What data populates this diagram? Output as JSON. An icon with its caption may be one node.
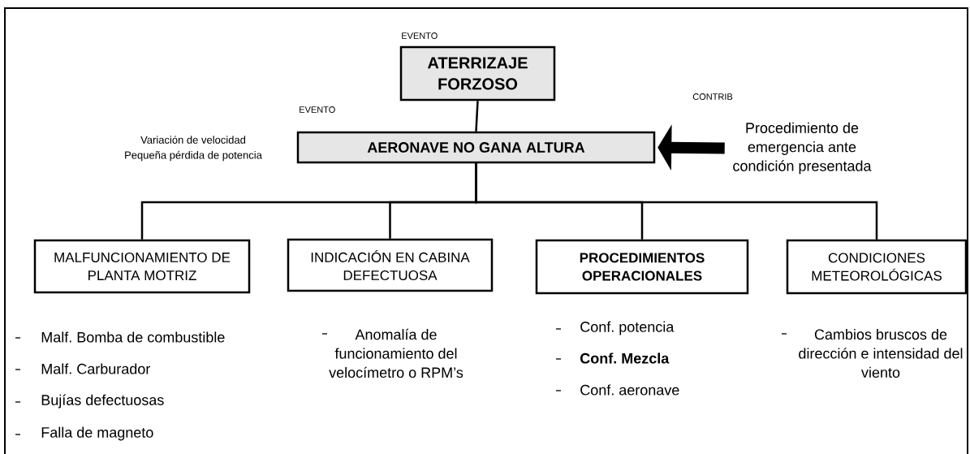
{
  "diagram": {
    "nodes": [
      {
        "text": [
          "ATERRIZAJE FORZOSO"
        ],
        "beside": [
          "EVENTO"
        ]
      },
      {
        "text": [
          "AERONAVE NO GANA ALTURA"
        ],
        "beside": [
          "EVENTO",
          "Variación de velocidad",
          "Pequeña pérdida de potencia"
        ]
      },
      {
        "text": [
          "Procedimiento de emergencia ante condición presentada"
        ],
        "beside": [
          "CONTRIB"
        ]
      },
      {
        "text": [
          "MALFUNCIONAMIENTO DE PLANTA MOTRIZ"
        ]
      },
      {
        "text": [
          "INDICACIÓN EN CABINA DEFECTUOSA"
        ]
      },
      {
        "text": [
          "PROCEDIMIENTOS OPERACIONALES"
        ]
      },
      {
        "text": [
          "CONDICIONES METEOROLÓGICAS"
        ]
      }
    ],
    "edges": [
      {
        "from": 0,
        "to": 1,
        "arrow": "none"
      },
      {
        "from": 2,
        "to": 1,
        "arrow": "to",
        "style": "thick"
      },
      {
        "from": 1,
        "to": 3,
        "arrow": "none"
      },
      {
        "from": 1,
        "to": 4,
        "arrow": "none"
      },
      {
        "from": 1,
        "to": 5,
        "arrow": "none"
      },
      {
        "from": 1,
        "to": 6,
        "arrow": "none"
      }
    ],
    "labels": [
      "Malf. Bomba de combustible",
      "Malf. Carburador",
      "Bujías defectuosas",
      "Falla de magneto",
      "Anomalía de funcionamiento del velocímetro o RPM’s",
      "Conf. potencia",
      "**Conf. Mezcla**",
      "Conf. aeronave",
      "Cambios bruscos de dirección e intensidad del viento"
    ]
  }
}
